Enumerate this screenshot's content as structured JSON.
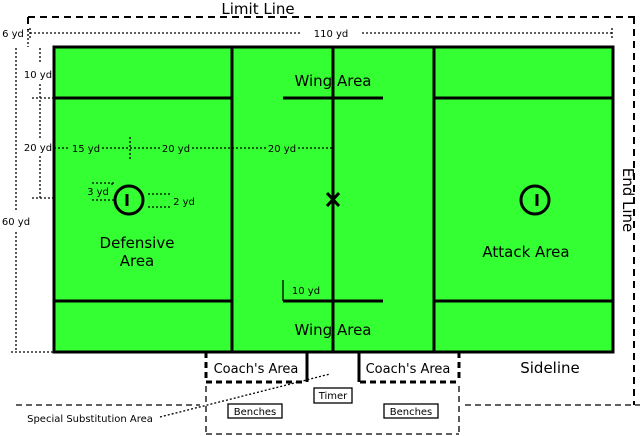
{
  "labels": {
    "limit_line": "Limit Line",
    "end_line": "End Line",
    "sideline": "Sideline",
    "wing_area_top": "Wing Area",
    "wing_area_bottom": "Wing Area",
    "defensive_area_line1": "Defensive",
    "defensive_area_line2": "Area",
    "attack_area": "Attack Area",
    "coachs_area_left": "Coach's Area",
    "coachs_area_right": "Coach's Area",
    "timer": "Timer",
    "benches_left": "Benches",
    "benches_right": "Benches",
    "special_substitution_area": "Special Substitution Area"
  },
  "dimensions": {
    "limit_offset": "6 yd",
    "field_length": "110 yd",
    "field_width": "60 yd",
    "ten_yd_side": "10 yd",
    "twenty_yd_side": "20 yd",
    "fifteen_yd": "15 yd",
    "twenty_yd_a": "20 yd",
    "twenty_yd_b": "20 yd",
    "crease_radius": "3 yd",
    "goal_offset": "2 yd",
    "ten_yd_wing": "10 yd"
  },
  "colors": {
    "field": "#33ff33",
    "lines": "#000000",
    "background": "#ffffff"
  }
}
